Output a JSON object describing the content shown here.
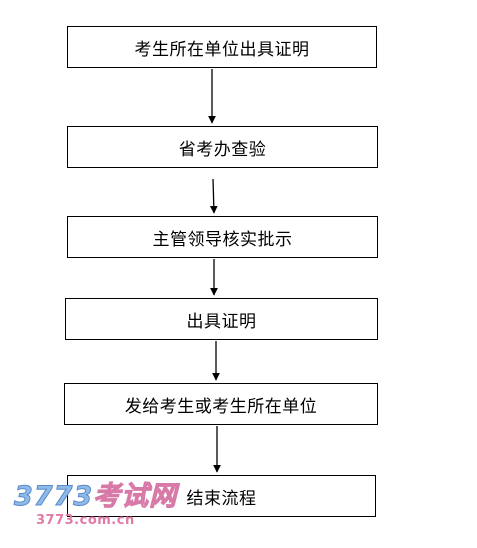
{
  "steps": [
    {
      "label": "考生所在单位出具证明"
    },
    {
      "label": "省考办查验"
    },
    {
      "label": "主管领导核实批示"
    },
    {
      "label": "出具证明"
    },
    {
      "label": "发给考生或考生所在单位"
    },
    {
      "label": "结束流程"
    }
  ],
  "watermark": {
    "brand_number": "3773",
    "brand_name": "考试网",
    "url": "3773.com.cn"
  },
  "colors": {
    "line": "#000000",
    "background": "#ffffff",
    "watermark_blue": "#8fb9e6",
    "watermark_pink": "#e07aa6"
  }
}
